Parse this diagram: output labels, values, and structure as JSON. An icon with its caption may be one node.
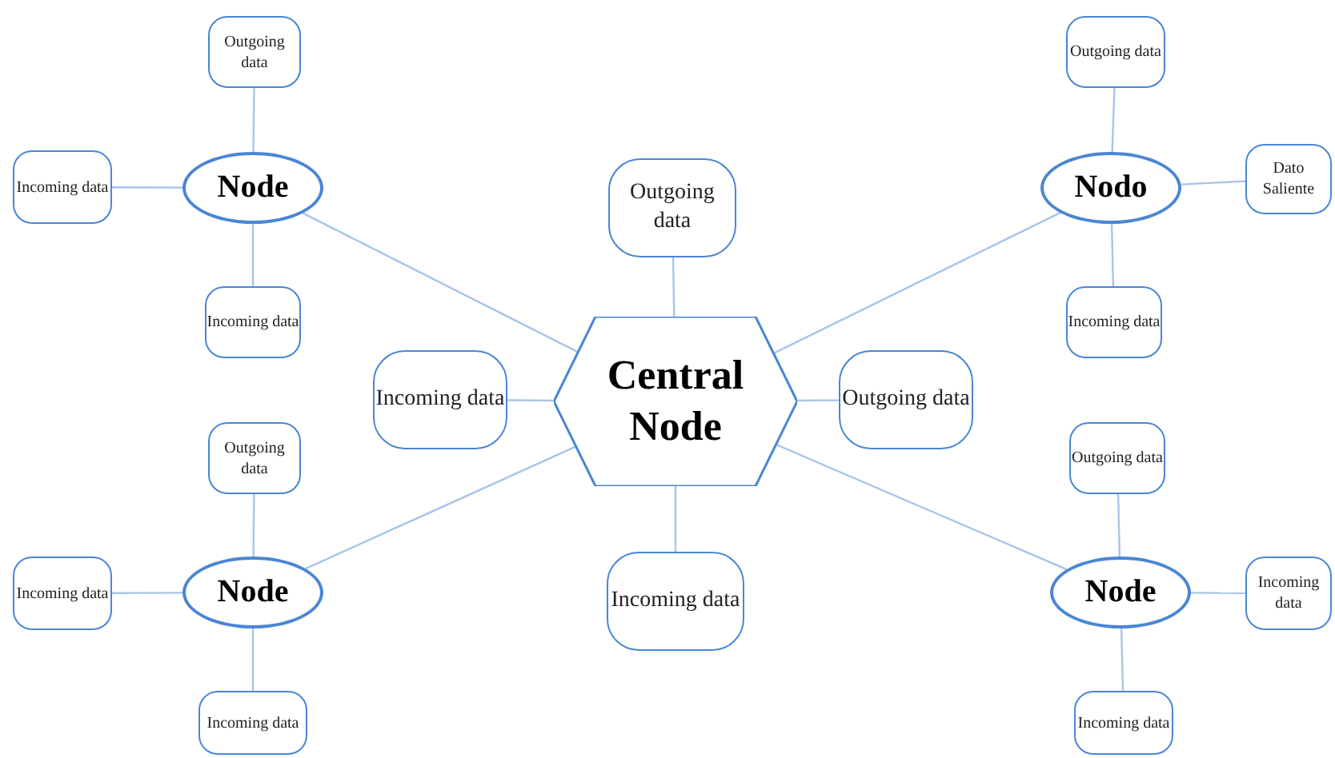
{
  "diagram": {
    "nodes": [
      {
        "text": [
          "Central Node"
        ]
      },
      {
        "text": [
          "Outgoing data"
        ]
      },
      {
        "text": [
          "Incoming data"
        ]
      },
      {
        "text": [
          "Outgoing data"
        ]
      },
      {
        "text": [
          "Incoming data"
        ]
      },
      {
        "text": [
          "Node"
        ]
      },
      {
        "text": [
          "Outgoing data"
        ]
      },
      {
        "text": [
          "Incoming data"
        ]
      },
      {
        "text": [
          "Incoming data"
        ]
      },
      {
        "text": [
          "Nodo"
        ]
      },
      {
        "text": [
          "Outgoing data"
        ]
      },
      {
        "text": [
          "Dato Saliente"
        ]
      },
      {
        "text": [
          "Incoming data"
        ]
      },
      {
        "text": [
          "Node"
        ]
      },
      {
        "text": [
          "Outgoing data"
        ]
      },
      {
        "text": [
          "Incoming data"
        ]
      },
      {
        "text": [
          "Incoming data"
        ]
      },
      {
        "text": [
          "Node"
        ]
      },
      {
        "text": [
          "Outgoing data"
        ]
      },
      {
        "text": [
          "Incoming data"
        ]
      },
      {
        "text": [
          "Incoming data"
        ]
      }
    ],
    "edges": [
      {
        "from": 0,
        "to": 1,
        "arrow": "none"
      },
      {
        "from": 0,
        "to": 2,
        "arrow": "none"
      },
      {
        "from": 0,
        "to": 3,
        "arrow": "none"
      },
      {
        "from": 0,
        "to": 4,
        "arrow": "none"
      },
      {
        "from": 0,
        "to": 5,
        "arrow": "none"
      },
      {
        "from": 0,
        "to": 9,
        "arrow": "none"
      },
      {
        "from": 0,
        "to": 13,
        "arrow": "none"
      },
      {
        "from": 0,
        "to": 17,
        "arrow": "none"
      },
      {
        "from": 5,
        "to": 6,
        "arrow": "none"
      },
      {
        "from": 5,
        "to": 7,
        "arrow": "none"
      },
      {
        "from": 5,
        "to": 8,
        "arrow": "none"
      },
      {
        "from": 9,
        "to": 10,
        "arrow": "none"
      },
      {
        "from": 9,
        "to": 11,
        "arrow": "none"
      },
      {
        "from": 9,
        "to": 12,
        "arrow": "none"
      },
      {
        "from": 13,
        "to": 14,
        "arrow": "none"
      },
      {
        "from": 13,
        "to": 15,
        "arrow": "none"
      },
      {
        "from": 13,
        "to": 16,
        "arrow": "none"
      },
      {
        "from": 17,
        "to": 18,
        "arrow": "none"
      },
      {
        "from": 17,
        "to": 19,
        "arrow": "none"
      },
      {
        "from": 17,
        "to": 20,
        "arrow": "none"
      }
    ]
  }
}
